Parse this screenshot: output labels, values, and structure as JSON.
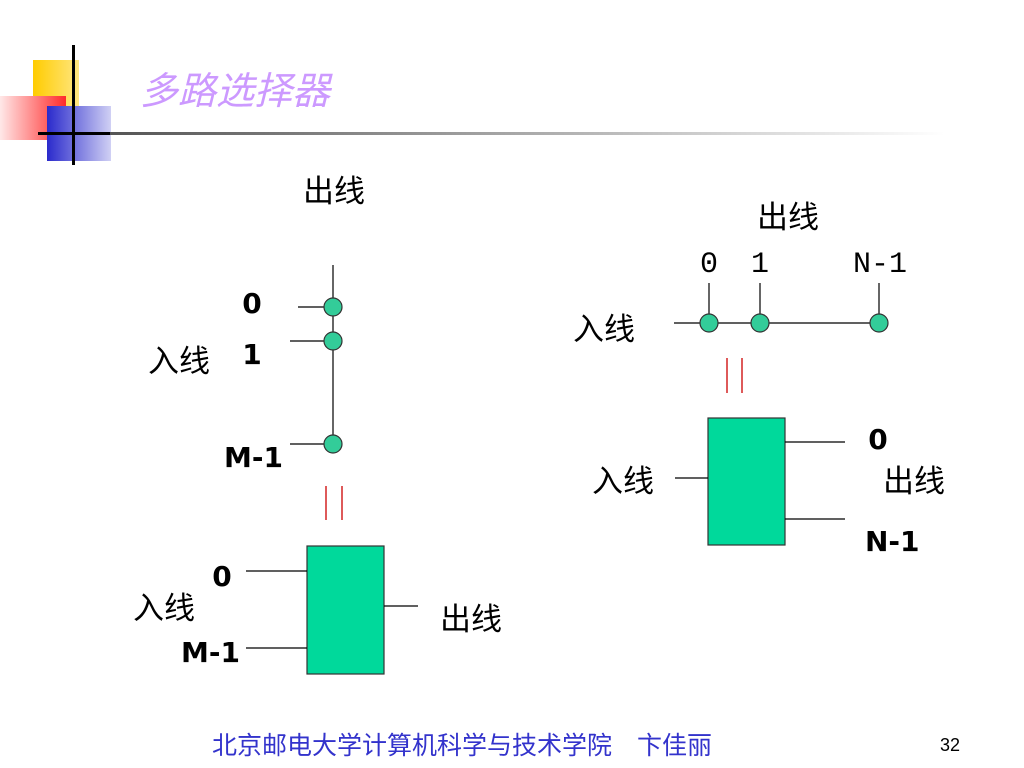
{
  "slide": {
    "title": "多路选择器",
    "footer": "北京邮电大学计算机科学与技术学院　卞佳丽",
    "page_number": "32"
  },
  "mux_diagram": {
    "output_label": "出线",
    "input_label": "入线",
    "input_indices": [
      "0",
      "1",
      "M-1"
    ]
  },
  "mux_block": {
    "input_label": "入线",
    "input_indices": [
      "0",
      "M-1"
    ],
    "output_label": "出线"
  },
  "demux_diagram": {
    "output_label": "出线",
    "output_indices": [
      "0",
      "1",
      "N-1"
    ],
    "input_label": "入线"
  },
  "demux_block": {
    "input_label": "入线",
    "output_indices": [
      "0",
      "N-1"
    ],
    "output_label": "出线"
  },
  "colors": {
    "title": "#cc99ff",
    "footer": "#3333cc",
    "block_fill": "#00d99b",
    "node_fill": "#33cc99",
    "equivalence_mark": "#cc0000"
  }
}
